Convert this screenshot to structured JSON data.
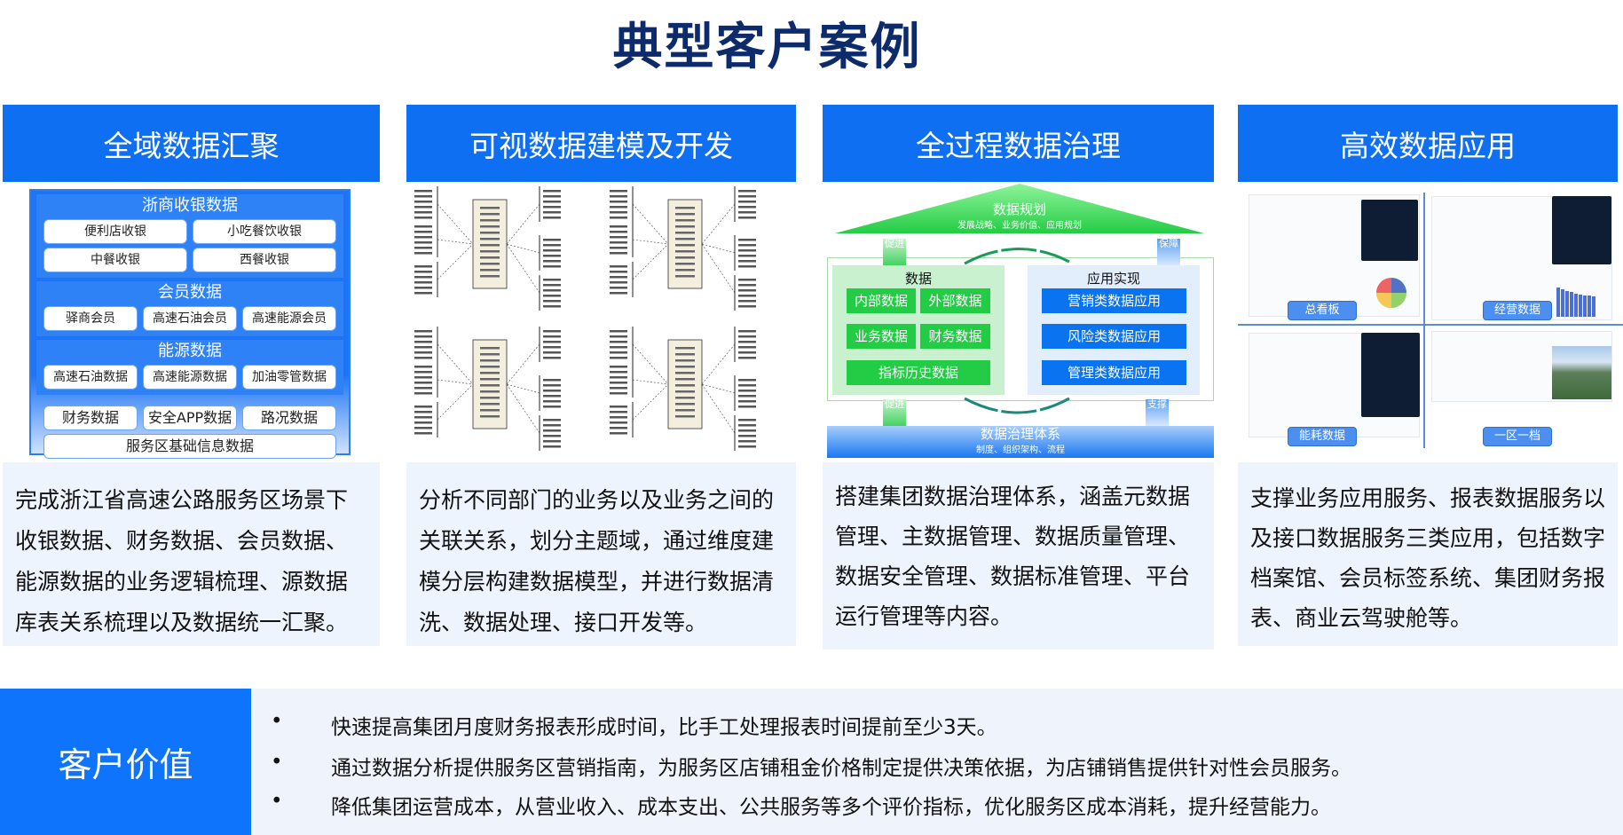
{
  "title": "典型客户案例",
  "cards": [
    {
      "header": "全域数据汇聚",
      "text": "完成浙江省高速公路服务区场景下收银数据、财务数据、会员数据、能源数据的业务逻辑梳理、源数据库表关系梳理以及数据统一汇聚。",
      "image": {
        "sections": [
          {
            "title": "浙商收银数据",
            "items": [
              "便利店收银",
              "小吃餐饮收银",
              "中餐收银",
              "西餐收银"
            ]
          },
          {
            "title": "会员数据",
            "items": [
              "驿商会员",
              "高速石油会员",
              "高速能源会员"
            ]
          },
          {
            "title": "能源数据",
            "items": [
              "高速石油数据",
              "高速能源数据",
              "加油零管数据"
            ]
          }
        ],
        "others": [
          "财务数据",
          "安全APP数据",
          "路况数据"
        ],
        "base": "服务区基础信息数据"
      }
    },
    {
      "header": "可视数据建模及开发",
      "text": "分析不同部门的业务以及业务之间的关联关系，划分主题域，通过维度建模分层构建数据模型，并进行数据清洗、数据处理、接口开发等。"
    },
    {
      "header": "全过程数据治理",
      "text": "搭建集团数据治理体系，涵盖元数据管理、主数据管理、数据质量管理、数据安全管理、数据标准管理、平台运行管理等内容。",
      "image": {
        "top_title": "数据规划",
        "top_sub": "发展战略、业务价值、应用规划",
        "data_title": "数据",
        "data_items": [
          "内部数据",
          "外部数据",
          "业务数据",
          "财务数据",
          "指标历史数据"
        ],
        "app_title": "应用实现",
        "app_items": [
          "营销类数据应用",
          "风险类数据应用",
          "管理类数据应用"
        ],
        "bottom_title": "数据治理体系",
        "bottom_sub": "制度、组织架构、流程",
        "arrows": [
          "促进",
          "保障",
          "促进",
          "支撑"
        ]
      }
    },
    {
      "header": "高效数据应用",
      "text": "支撑业务应用服务、报表数据服务以及接口数据服务三类应用，包括数字档案馆、会员标签系统、集团财务报表、商业云驾驶舱等。",
      "image": {
        "labels": [
          "总看板",
          "经营数据",
          "能耗数据",
          "一区一档"
        ]
      }
    }
  ],
  "value": {
    "label": "客户价值",
    "items": [
      "快速提高集团月度财务报表形成时间，比手工处理报表时间提前至少3天。",
      "通过数据分析提供服务区营销指南，为服务区店铺租金价格制定提供决策依据，为店铺销售提供针对性会员服务。",
      "降低集团运营成本，从营业收入、成本支出、公共服务等多个评价指标，优化服务区成本消耗，提升经营能力。"
    ],
    "bullet": "•"
  }
}
